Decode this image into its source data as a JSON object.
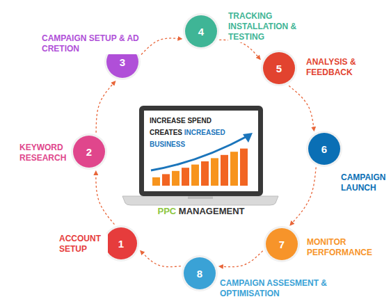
{
  "diagram": {
    "nodes": [
      {
        "text": [
          "1",
          "ACCOUNT SETUP"
        ]
      },
      {
        "text": [
          "2",
          "KEYWORD RESEARCH"
        ]
      },
      {
        "text": [
          "3",
          "CAMPAIGN SETUP & AD CRETION"
        ]
      },
      {
        "text": [
          "4",
          "TRACKING INSTALLATION & TESTING"
        ]
      },
      {
        "text": [
          "5",
          "ANALYSIS & FEEDBACK"
        ]
      },
      {
        "text": [
          "6",
          "CAMPAIGN LAUNCH"
        ]
      },
      {
        "text": [
          "7",
          "MONITOR PERFORMANCE"
        ]
      },
      {
        "text": [
          "8",
          "CAMPAIGN ASSESMENT & OPTIMISATION"
        ]
      },
      {
        "text": [
          "INCREASE SPEND CREATES INCREASED BUSINESS",
          "PPC MANAGEMENT"
        ]
      }
    ],
    "edges": [
      {
        "from": 0,
        "to": 1,
        "arrow": "to"
      },
      {
        "from": 1,
        "to": 2,
        "arrow": "to"
      },
      {
        "from": 2,
        "to": 3,
        "arrow": "to"
      },
      {
        "from": 3,
        "to": 4,
        "arrow": "to"
      },
      {
        "from": 4,
        "to": 5,
        "arrow": "to"
      },
      {
        "from": 5,
        "to": 6,
        "arrow": "to"
      },
      {
        "from": 6,
        "to": 7,
        "arrow": "to"
      },
      {
        "from": 7,
        "to": 0,
        "arrow": "to"
      }
    ]
  }
}
